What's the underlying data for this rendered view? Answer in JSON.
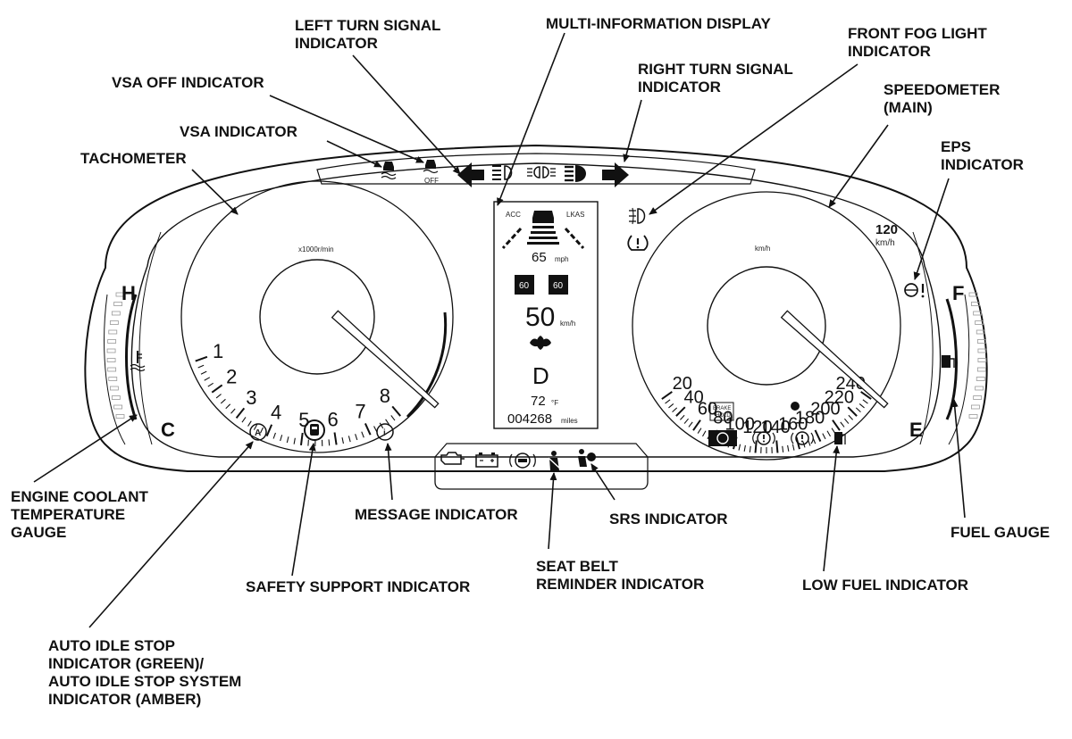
{
  "callouts": {
    "left_turn_signal": [
      "LEFT TURN SIGNAL",
      "INDICATOR"
    ],
    "multi_information_display": [
      "MULTI-INFORMATION DISPLAY"
    ],
    "front_fog_light": [
      "FRONT FOG LIGHT",
      "INDICATOR"
    ],
    "right_turn_signal": [
      "RIGHT TURN SIGNAL",
      "INDICATOR"
    ],
    "vsa_off": [
      "VSA OFF INDICATOR"
    ],
    "speedometer": [
      "SPEEDOMETER",
      "(MAIN)"
    ],
    "vsa": [
      "VSA INDICATOR"
    ],
    "eps": [
      "EPS",
      "INDICATOR"
    ],
    "tachometer": [
      "TACHOMETER"
    ],
    "engine_coolant": [
      "ENGINE COOLANT",
      "TEMPERATURE",
      "GAUGE"
    ],
    "message": [
      "MESSAGE INDICATOR"
    ],
    "srs": [
      "SRS INDICATOR"
    ],
    "fuel_gauge": [
      "FUEL GAUGE"
    ],
    "seat_belt": [
      "SEAT BELT",
      "REMINDER INDICATOR"
    ],
    "safety_support": [
      "SAFETY SUPPORT INDICATOR"
    ],
    "low_fuel": [
      "LOW FUEL INDICATOR"
    ],
    "auto_idle_stop": [
      "AUTO IDLE STOP",
      "INDICATOR (GREEN)/",
      "AUTO IDLE STOP SYSTEM",
      "INDICATOR (AMBER)"
    ]
  },
  "tachometer": {
    "labels": [
      "1",
      "2",
      "3",
      "4",
      "5",
      "6",
      "7",
      "8"
    ],
    "unit": "x1000r/min"
  },
  "speedometer": {
    "labels": [
      "20",
      "40",
      "60",
      "80",
      "100",
      "120",
      "140",
      "160",
      "180",
      "200",
      "220",
      "240"
    ],
    "unit": "km/h"
  },
  "secondary_speed": {
    "value": "120",
    "unit": "km/h"
  },
  "temp_gauge": {
    "high": "H",
    "low": "C"
  },
  "fuel": {
    "full": "F",
    "empty": "E"
  },
  "mid_display": {
    "acc_label": "ACC",
    "lkas_label": "LKAS",
    "set_speed": "65",
    "set_speed_unit": "mph",
    "sign_left": "60",
    "sign_right": "60",
    "speed": "50",
    "speed_unit": "km/h",
    "gear": "D",
    "temperature": "72",
    "temperature_unit": "°F",
    "odometer": "004268",
    "odometer_unit": "miles"
  },
  "tell_tales": {
    "vsa_off_text": "OFF",
    "brake_hold_line1": "BRAKE",
    "brake_hold_line2": "HOLD",
    "auto_idle_letter": "A",
    "message_letter": "i"
  }
}
